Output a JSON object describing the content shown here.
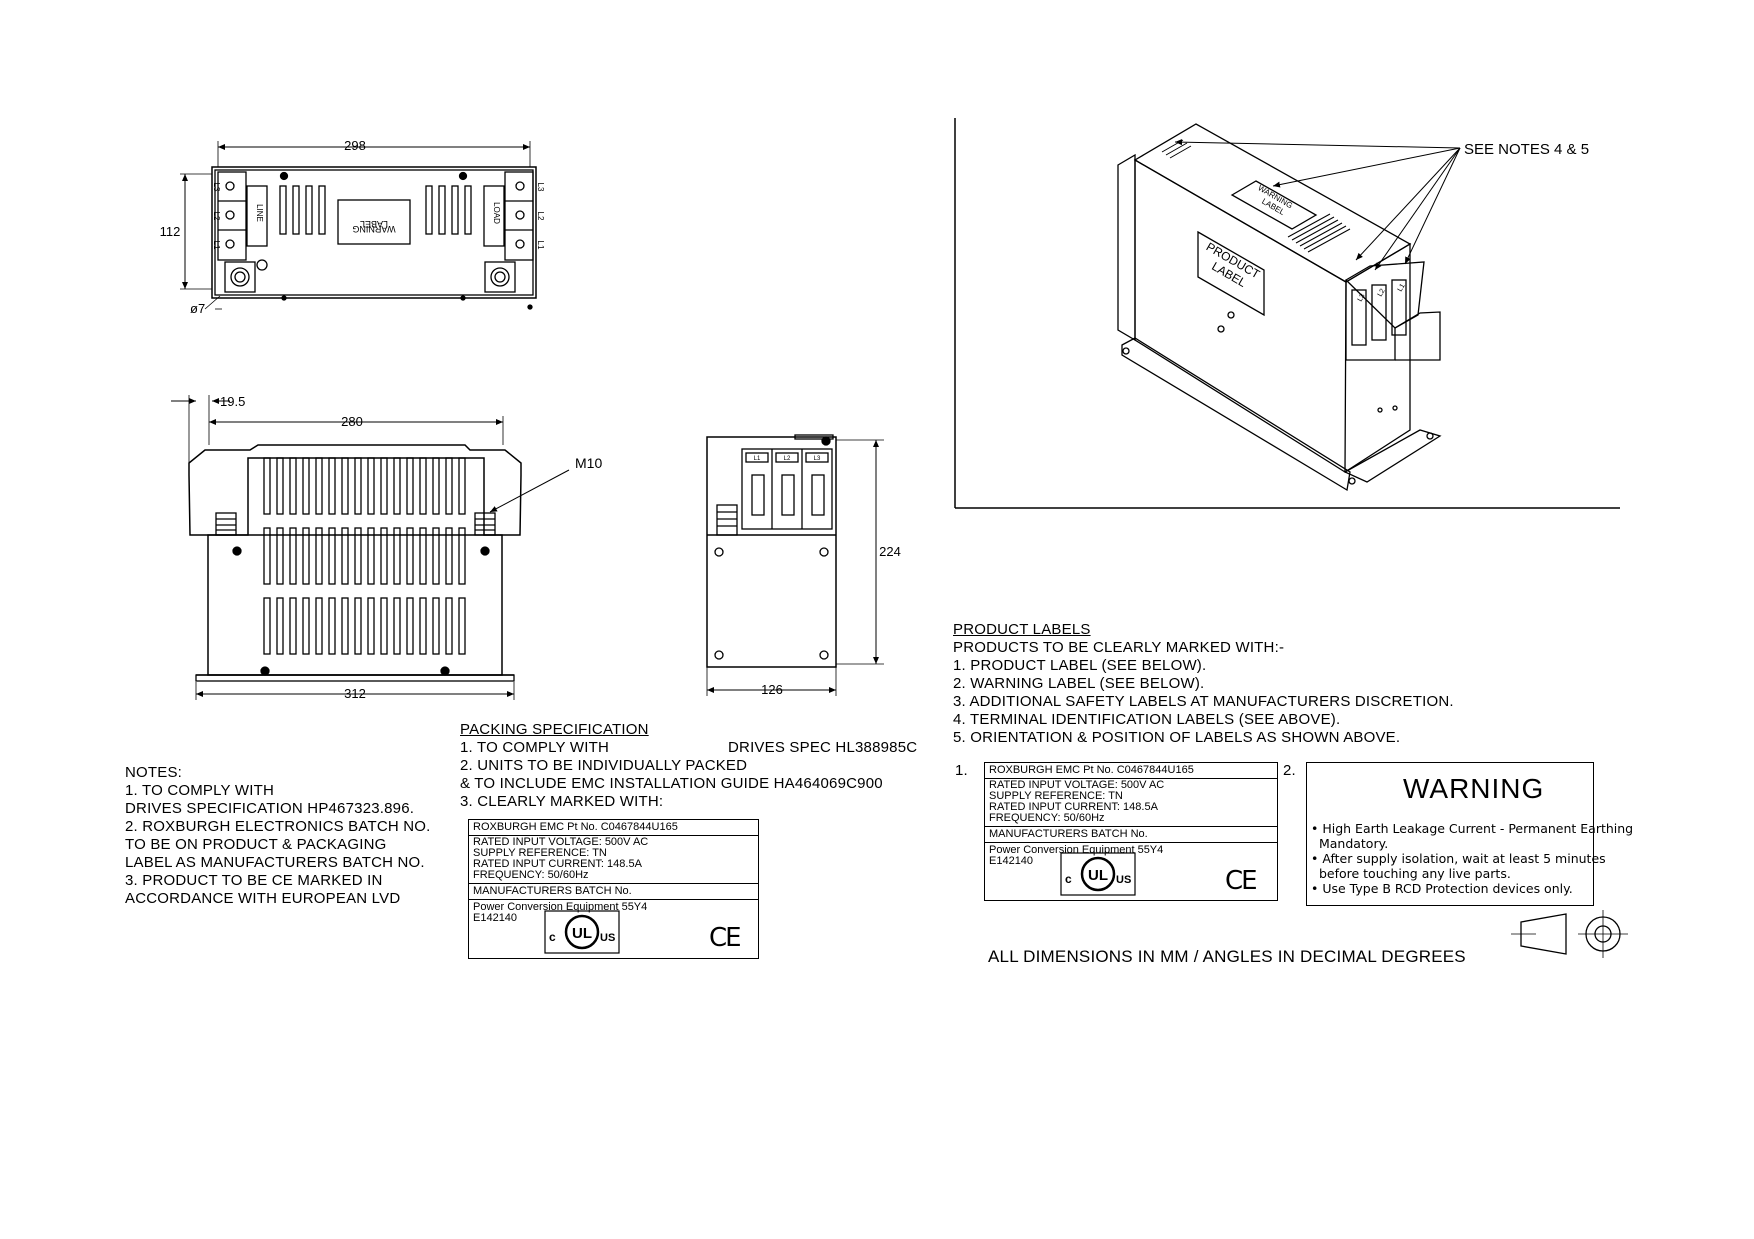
{
  "drawing": {
    "top_view": {
      "dim_width": "298",
      "dim_height": "112",
      "dim_hole": "ø7",
      "warning_label": [
        "WARNING",
        "LABEL"
      ],
      "line_tag": "LINE",
      "load_tag": "LOAD",
      "terminals_left": [
        "L1",
        "L2",
        "L3"
      ],
      "terminals_right": [
        "L1",
        "L2",
        "L3"
      ]
    },
    "front_view": {
      "dim_offset": "19.5",
      "dim_inner": "280",
      "dim_base": "312",
      "stud_label": "M10"
    },
    "side_view": {
      "dim_height": "224",
      "dim_width": "126",
      "terminals": [
        "L1",
        "L2",
        "L3"
      ]
    },
    "iso_view": {
      "callout": "SEE NOTES 4 & 5",
      "warning_label": [
        "WARNING",
        "LABEL"
      ],
      "product_label": [
        "PRODUCT",
        "LABEL"
      ],
      "terminals": [
        "L3",
        "L2",
        "L1"
      ]
    }
  },
  "notes": {
    "heading": "NOTES:",
    "lines": [
      "1. TO COMPLY WITH",
      "DRIVES SPECIFICATION HP467323.896.",
      "2. ROXBURGH ELECTRONICS BATCH NO.",
      "TO BE ON PRODUCT & PACKAGING",
      "LABEL AS MANUFACTURERS BATCH NO.",
      "3. PRODUCT TO BE CE MARKED IN",
      "ACCORDANCE WITH EUROPEAN LVD"
    ]
  },
  "packing": {
    "heading": "PACKING SPECIFICATION",
    "line1_a": "1. TO COMPLY WITH",
    "line1_b": "DRIVES SPEC HL388985C",
    "line2": "2. UNITS TO BE INDIVIDUALLY PACKED",
    "line3": "& TO INCLUDE EMC INSTALLATION GUIDE HA464069C900",
    "line4": "3. CLEARLY MARKED WITH:"
  },
  "label": {
    "part": "ROXBURGH EMC Pt No. C0467844U165",
    "voltage": "RATED INPUT VOLTAGE: 500V AC",
    "supply": "SUPPLY REFERENCE: TN",
    "current": "RATED INPUT CURRENT: 148.5A",
    "frequency": "FREQUENCY: 50/60Hz",
    "batch": "MANUFACTURERS BATCH No.",
    "equipment": "Power Conversion Equipment 55Y4",
    "file_no": "E142140",
    "ul_c": "c",
    "ul_mark": "UL",
    "ul_us": "US",
    "ce": "CE"
  },
  "product_labels": {
    "heading": "PRODUCT LABELS",
    "lines": [
      "PRODUCTS TO BE CLEARLY MARKED WITH:-",
      "1. PRODUCT LABEL (SEE BELOW).",
      "2. WARNING LABEL (SEE BELOW).",
      "3. ADDITIONAL SAFETY LABELS AT MANUFACTURERS DISCRETION.",
      "4. TERMINAL IDENTIFICATION LABELS (SEE ABOVE).",
      "5. ORIENTATION & POSITION OF LABELS AS SHOWN ABOVE."
    ],
    "num1": "1.",
    "num2": "2."
  },
  "warning": {
    "title": "WARNING",
    "items": [
      "• High Earth Leakage Current - Permanent Earthing",
      "  Mandatory.",
      "• After supply isolation, wait at least 5 minutes",
      "  before touching any live parts.",
      "• Use Type B RCD Protection devices only."
    ]
  },
  "footer": {
    "dimensions_note": "ALL DIMENSIONS IN MM / ANGLES IN DECIMAL DEGREES"
  }
}
